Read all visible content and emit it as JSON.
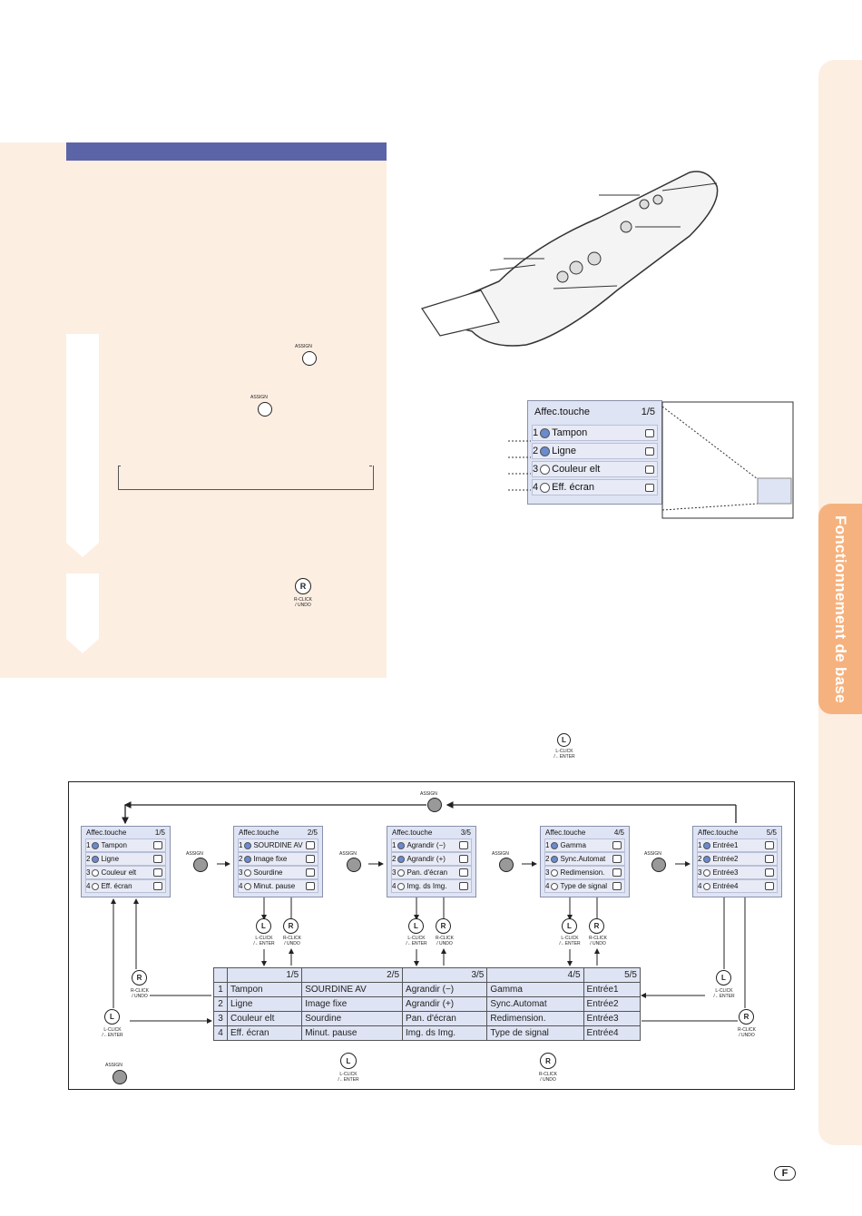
{
  "side_tab": {
    "label": "Fonctionnement de base"
  },
  "buttons": {
    "assign": "ASSIGN",
    "l_key": "L",
    "r_key": "R",
    "l_click_label": "L-CLICK\n/←ENTER",
    "r_click_label": "R-CLICK\n/ UNDO"
  },
  "preview_menu": {
    "title": "Affec.touche",
    "page": "1/5",
    "items": [
      {
        "num": "1",
        "label": "Tampon",
        "icon": "stamp-icon",
        "selected": true
      },
      {
        "num": "2",
        "label": "Ligne",
        "icon": "line-icon",
        "selected": true
      },
      {
        "num": "3",
        "label": "Couleur elt",
        "icon": "color-icon",
        "selected": false
      },
      {
        "num": "4",
        "label": "Eff. écran",
        "icon": "eraser-icon",
        "selected": false
      }
    ]
  },
  "diagram_menus": [
    {
      "title": "Affec.touche",
      "page": "1/5",
      "items": [
        {
          "num": "1",
          "label": "Tampon",
          "selected": true
        },
        {
          "num": "2",
          "label": "Ligne",
          "selected": true
        },
        {
          "num": "3",
          "label": "Couleur elt",
          "selected": false
        },
        {
          "num": "4",
          "label": "Eff. écran",
          "selected": false
        }
      ]
    },
    {
      "title": "Affec.touche",
      "page": "2/5",
      "items": [
        {
          "num": "1",
          "label": "SOURDINE AV",
          "selected": true
        },
        {
          "num": "2",
          "label": "Image fixe",
          "selected": true
        },
        {
          "num": "3",
          "label": "Sourdine",
          "selected": false
        },
        {
          "num": "4",
          "label": "Minut. pause",
          "selected": false
        }
      ]
    },
    {
      "title": "Affec.touche",
      "page": "3/5",
      "items": [
        {
          "num": "1",
          "label": "Agrandir (−)",
          "selected": true
        },
        {
          "num": "2",
          "label": "Agrandir (+)",
          "selected": true
        },
        {
          "num": "3",
          "label": "Pan. d'écran",
          "selected": false
        },
        {
          "num": "4",
          "label": "Img. ds Img.",
          "selected": false
        }
      ]
    },
    {
      "title": "Affec.touche",
      "page": "4/5",
      "items": [
        {
          "num": "1",
          "label": "Gamma",
          "selected": true
        },
        {
          "num": "2",
          "label": "Sync.Automat",
          "selected": true
        },
        {
          "num": "3",
          "label": "Redimension.",
          "selected": false
        },
        {
          "num": "4",
          "label": "Type de signal",
          "selected": false
        }
      ]
    },
    {
      "title": "Affec.touche",
      "page": "5/5",
      "items": [
        {
          "num": "1",
          "label": "Entrée1",
          "selected": true
        },
        {
          "num": "2",
          "label": "Entrée2",
          "selected": true
        },
        {
          "num": "3",
          "label": "Entrée3",
          "selected": false
        },
        {
          "num": "4",
          "label": "Entrée4",
          "selected": false
        }
      ]
    }
  ],
  "table": {
    "pages": [
      "1/5",
      "2/5",
      "3/5",
      "4/5",
      "5/5"
    ],
    "rows": [
      {
        "num": "1",
        "cells": [
          "Tampon",
          "SOURDINE AV",
          "Agrandir (−)",
          "Gamma",
          "Entrée1"
        ]
      },
      {
        "num": "2",
        "cells": [
          "Ligne",
          "Image fixe",
          "Agrandir (+)",
          "Sync.Automat",
          "Entrée2"
        ]
      },
      {
        "num": "3",
        "cells": [
          "Couleur elt",
          "Sourdine",
          "Pan. d'écran",
          "Redimension.",
          "Entrée3"
        ]
      },
      {
        "num": "4",
        "cells": [
          "Eff. écran",
          "Minut. pause",
          "Img. ds Img.",
          "Type de signal",
          "Entrée4"
        ]
      }
    ]
  },
  "page_marker": "F"
}
